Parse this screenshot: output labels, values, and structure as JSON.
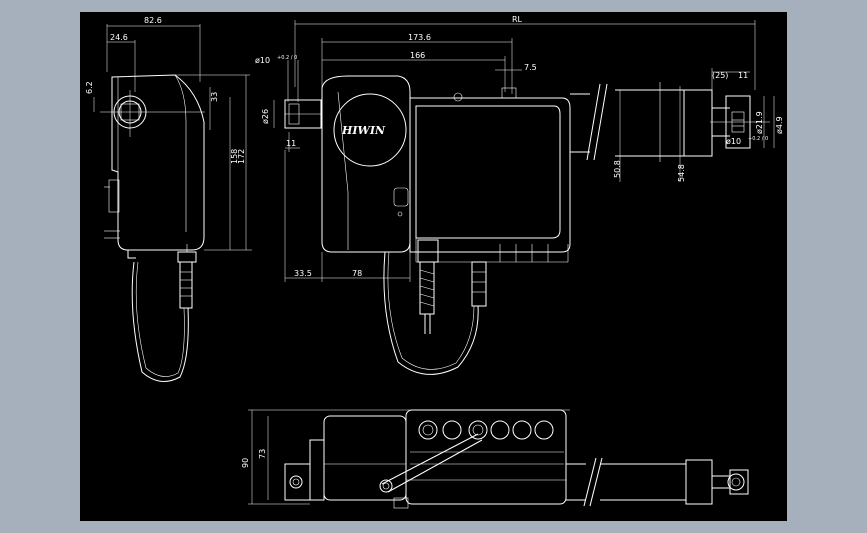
{
  "brand": {
    "logo_text": "HIWIN"
  },
  "dimensions": {
    "side_width": "82.6",
    "side_offset": "24.6",
    "side_height_1": "158",
    "side_height_2": "172",
    "side_small_1": "6.2",
    "side_small_2": "33",
    "total_length": "RL",
    "length_1": "173.6",
    "length_2": "166",
    "offset_1": "7.5",
    "hole_dia": "ø10",
    "hole_tol": "+0.2 / 0",
    "front_dia": "ø26",
    "front_small": "11",
    "bottom_1": "33.5",
    "bottom_2": "78",
    "rod_dia_1": "50.8",
    "rod_dia_2": "54.8",
    "end_length": "(25)",
    "end_small": "11",
    "end_dia_1": "ø21.9",
    "end_dia_2": "ø4.9",
    "end_hole": "ø10",
    "end_hole_tol": "+0.2 / 0",
    "plan_height_1": "90",
    "plan_height_2": "73"
  },
  "colors": {
    "background": "#a6b0bd",
    "sheet": "#000000",
    "line": "#ffffff"
  }
}
